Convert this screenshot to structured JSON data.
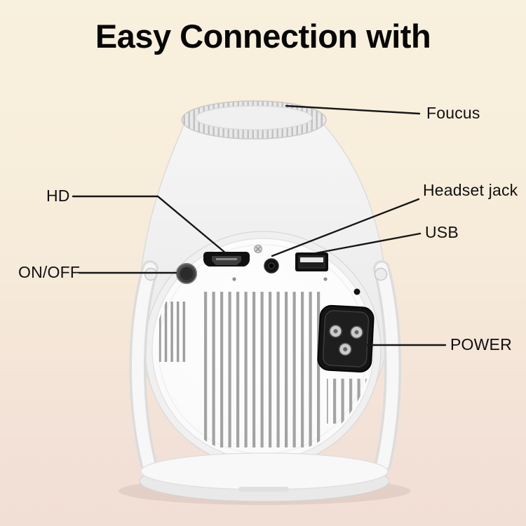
{
  "title": "Easy Connection with",
  "labels": {
    "focus": "Foucus",
    "hd": "HD",
    "headset": "Headset jack",
    "usb": "USB",
    "onoff": "ON/OFF",
    "power": "POWER"
  },
  "colors": {
    "background_top": "#f8f1dd",
    "background_bottom": "#f1ded5",
    "callout_line": "#161616",
    "text": "#101010",
    "projector_body": "#f4f4f4",
    "port_black": "#111111",
    "vent_gray": "#a3a3a3"
  }
}
